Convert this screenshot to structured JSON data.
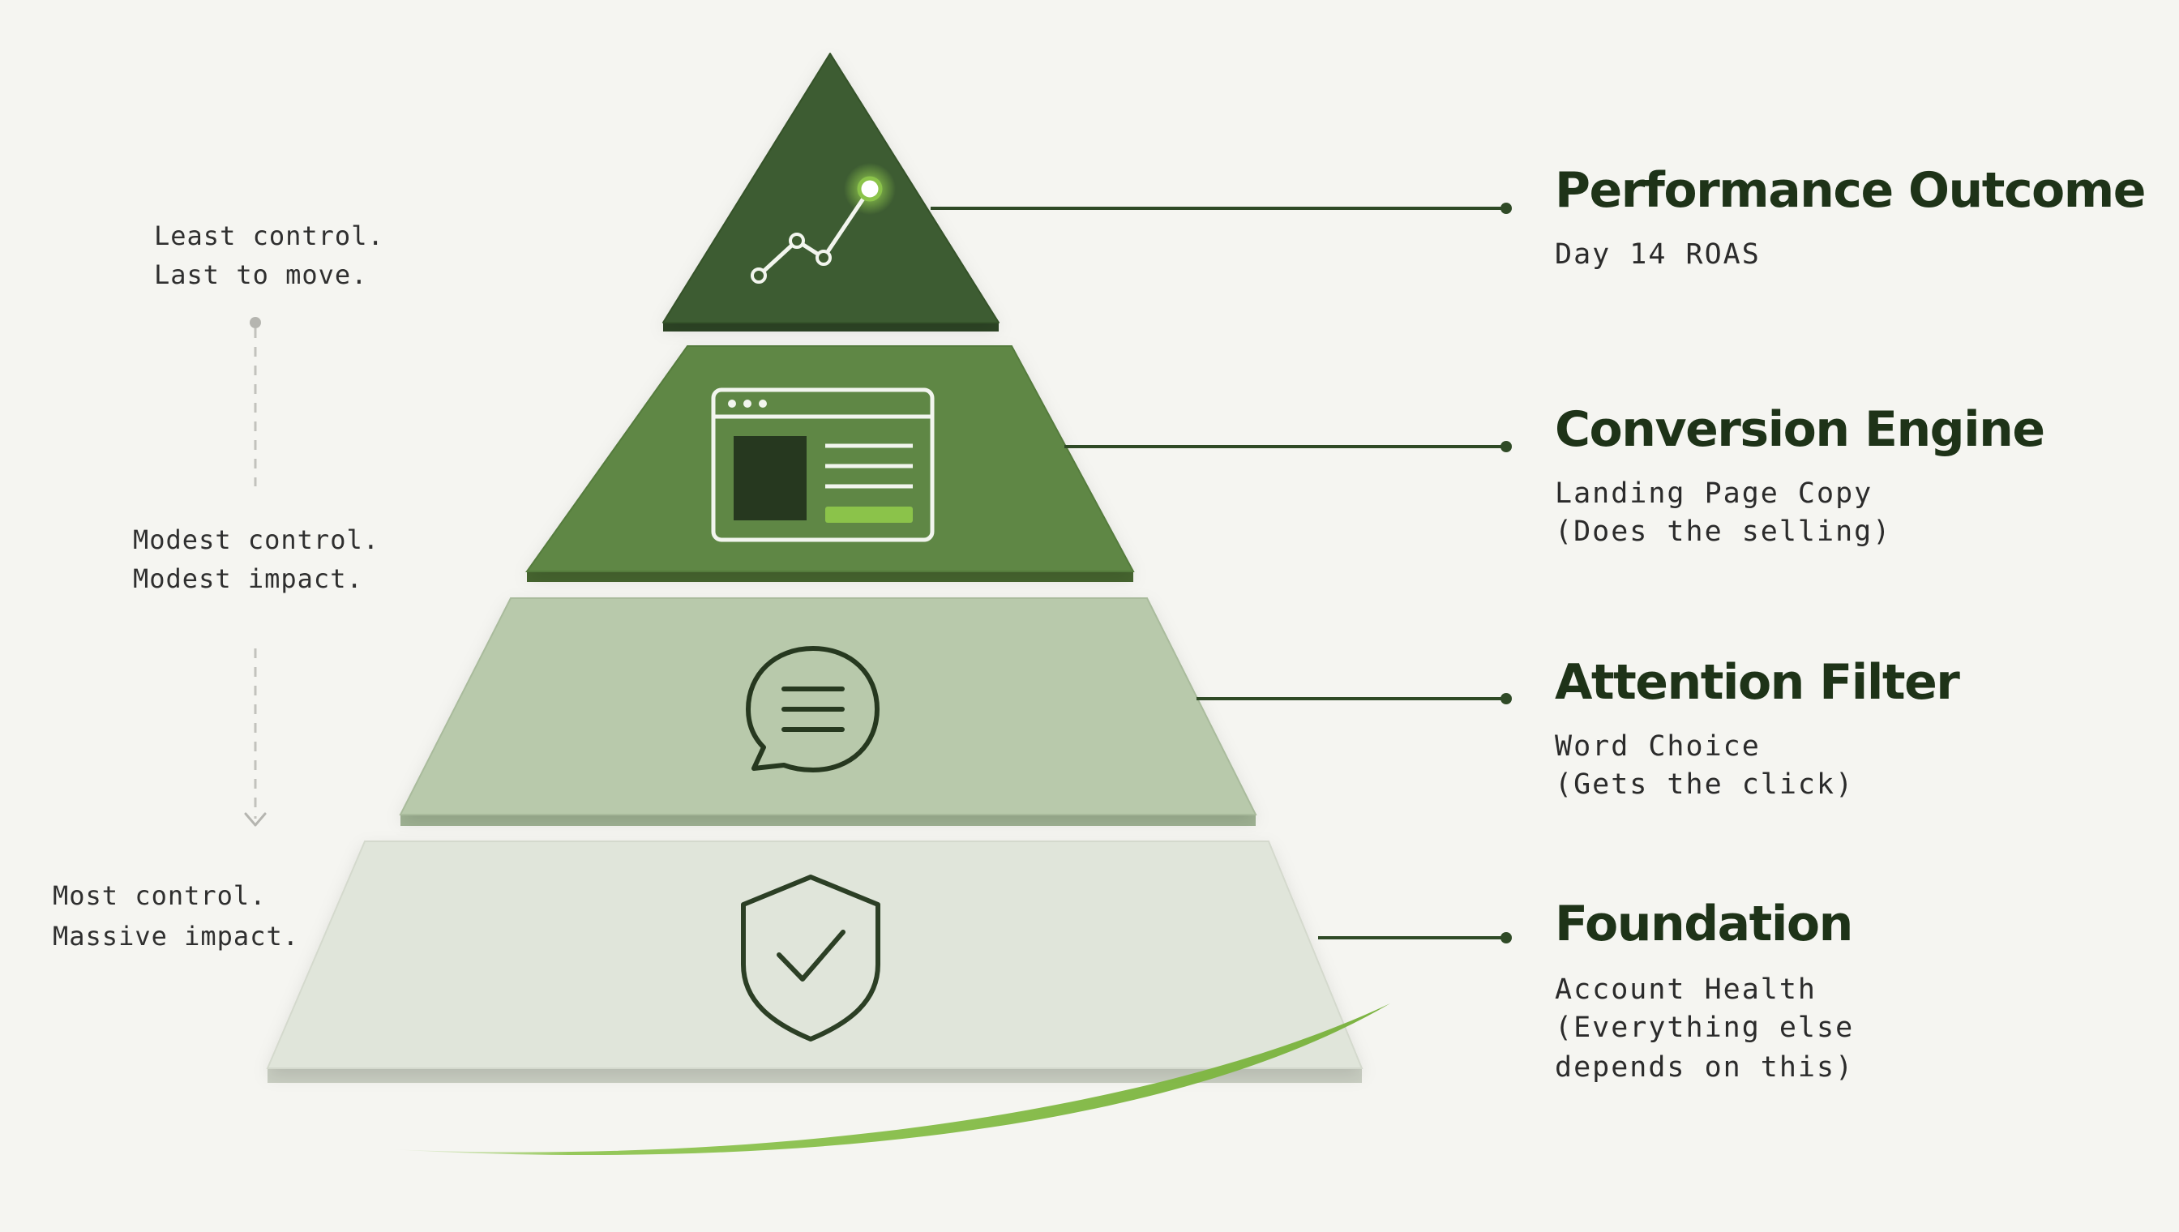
{
  "tiers": [
    {
      "title": "Performance Outcome",
      "subtitle_lines": [
        "Day 14 ROAS"
      ],
      "icon": "line-chart-icon",
      "color": "#3d5b30"
    },
    {
      "title": "Conversion Engine",
      "subtitle_lines": [
        "Landing Page Copy",
        "(Does the selling)"
      ],
      "icon": "browser-window-icon",
      "color": "#5f8745"
    },
    {
      "title": "Attention Filter",
      "subtitle_lines": [
        "Word Choice",
        "(Gets the click)"
      ],
      "icon": "speech-bubble-icon",
      "color": "#b8c9ab"
    },
    {
      "title": "Foundation",
      "subtitle_lines": [
        "Account Health",
        "(Everything else",
        "depends on this)"
      ],
      "icon": "shield-check-icon",
      "color": "#e0e5da"
    }
  ],
  "side_notes": [
    {
      "lines": [
        "Least control.",
        "Last to move."
      ]
    },
    {
      "lines": [
        "Modest control.",
        "Modest impact."
      ]
    },
    {
      "lines": [
        "Most control.",
        "Massive impact."
      ]
    }
  ],
  "colors": {
    "background": "#f5f5f1",
    "accent_green": "#8bc34a",
    "dark_green": "#1e3318",
    "connector": "#2f4a26"
  }
}
